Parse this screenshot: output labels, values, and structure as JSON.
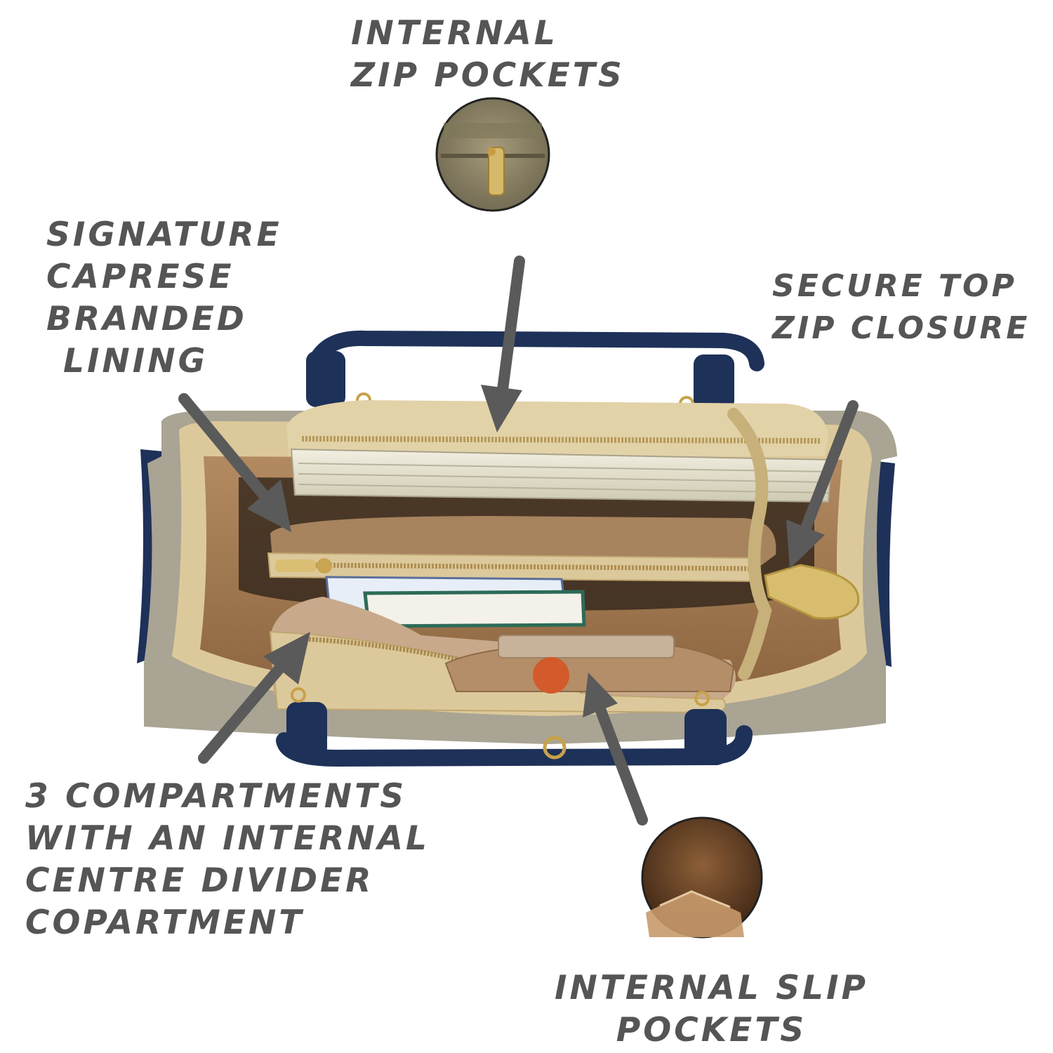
{
  "callouts": {
    "internal_zip_pockets": [
      "INTERNAL",
      "ZIP POCKETS"
    ],
    "signature_lining": [
      "SIGNATURE",
      "CAPRESE",
      "BRANDED",
      "LINING"
    ],
    "secure_top_zip": [
      "SECURE TOP",
      "ZIP CLOSURE"
    ],
    "three_compartments": [
      "3 COMPARTMENTS",
      "WITH AN INTERNAL",
      "CENTRE DIVIDER",
      "COPARTMENT"
    ],
    "internal_slip_pockets": [
      "INTERNAL SLIP",
      "POCKETS"
    ]
  },
  "colors": {
    "label_text": "#555555",
    "arrow": "#5a5a5a",
    "bag_navy": "#1e3158",
    "bag_taupe": "#a9a493",
    "bag_beige": "#dcc99b",
    "lining_brown": "#9c7650"
  }
}
